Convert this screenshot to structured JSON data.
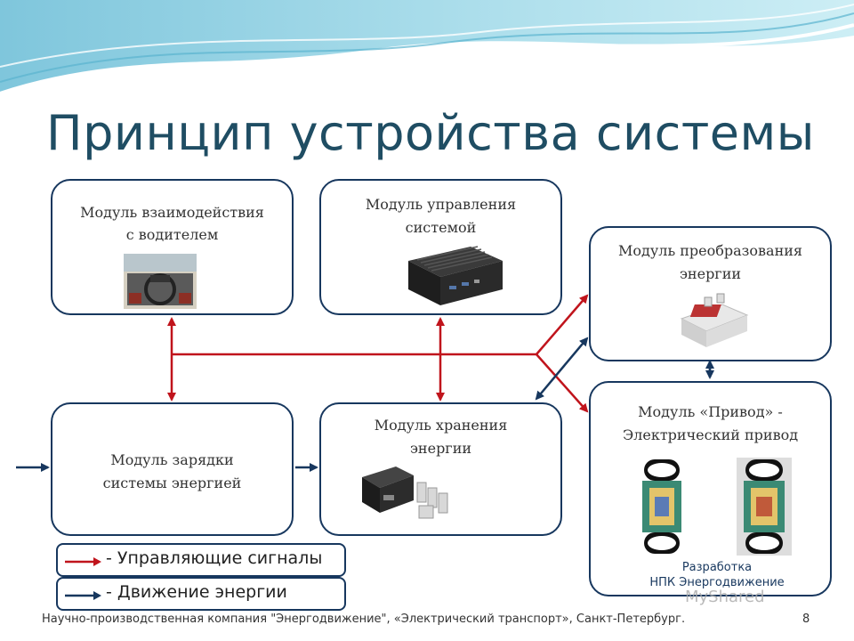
{
  "slide": {
    "title": "Принцип устройства системы",
    "page_number": "8",
    "footer": "Научно-производственная компания \"Энергодвижение\", «Электрический транспорт», Санкт-Петербург."
  },
  "modules": {
    "driver_interface": {
      "line1": "Модуль взаимодействия",
      "line2": "с водителем"
    },
    "control": {
      "line1": "Модуль управления",
      "line2": "системой"
    },
    "conversion": {
      "line1": "Модуль преобразования",
      "line2": "энергии"
    },
    "charging": {
      "line1": "Модуль зарядки",
      "line2": "системы энергией"
    },
    "storage": {
      "line1": "Модуль  хранения",
      "line2": "энергии"
    },
    "drive": {
      "line1": "Модуль «Привод» -",
      "line2": "Электрический привод"
    }
  },
  "credit": {
    "line1": "Разработка",
    "line2": "НПК Энергодвижение"
  },
  "legend": {
    "control_signals": "- Управляющие сигналы",
    "energy_flow": "- Движение энергии"
  },
  "colors": {
    "control_signal": "#c0141c",
    "energy_flow": "#17375e",
    "title": "#1f4d63",
    "border": "#17375e"
  },
  "watermark": "MyShared"
}
